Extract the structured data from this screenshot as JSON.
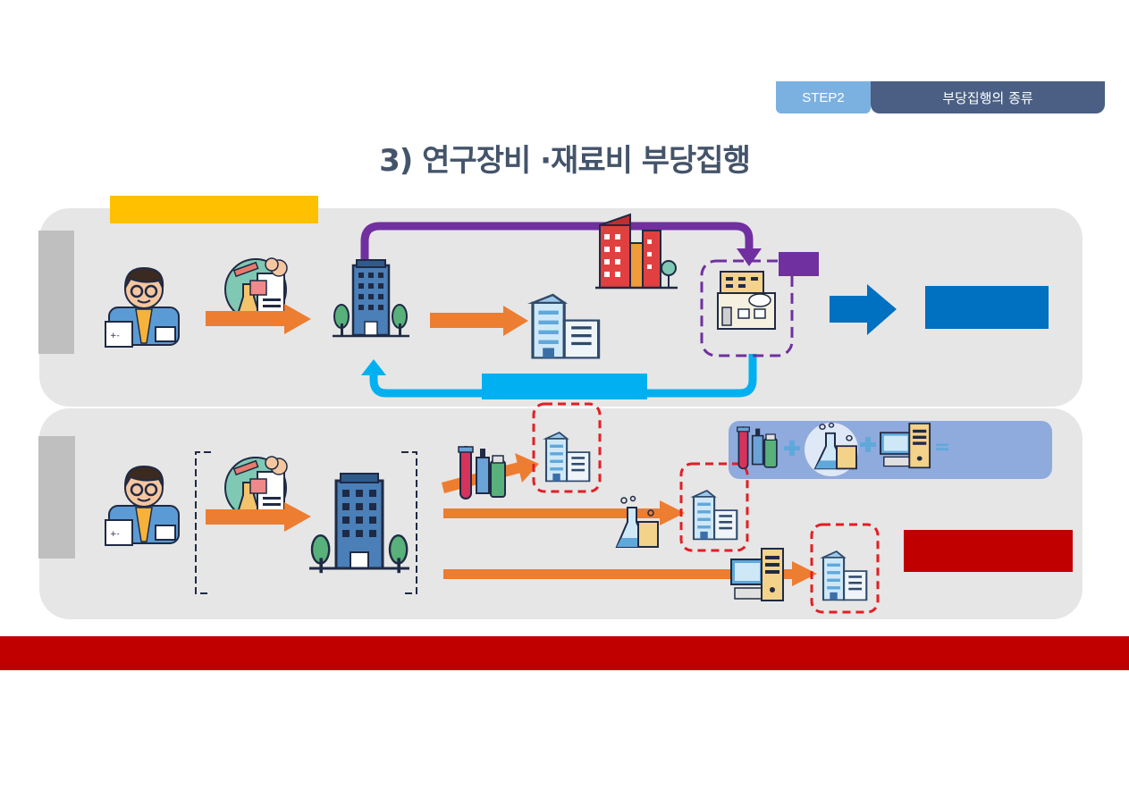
{
  "header": {
    "step_label": "STEP2",
    "section_title": "부당집행의 종류"
  },
  "page": {
    "title": "3) 연구장비 ·재료비 부당집행"
  },
  "combo": {
    "equals_symbol": "="
  },
  "colors": {
    "step_tab": "#7ab1e0",
    "title_tab": "#4a5f83",
    "title_text": "#44546a",
    "panel": "#e6e6e6",
    "side_tab": "#bfbfbf",
    "yellow_label": "#ffc000",
    "purple_flow": "#7030a0",
    "cyan_flow": "#00b0f0",
    "blue_result": "#0070c0",
    "red_result": "#c00000",
    "orange_arrow": "#ed7d31",
    "combo_box": "#8faadc",
    "dashed_red": "#e31e24"
  },
  "icons": [
    "researcher-icon",
    "research-materials-icon",
    "institution-building-icon",
    "vendor-building-icon",
    "city-buildings-icon",
    "related-company-icon",
    "test-tubes-icon",
    "flask-icon",
    "computer-equipment-icon",
    "plus-icon"
  ]
}
